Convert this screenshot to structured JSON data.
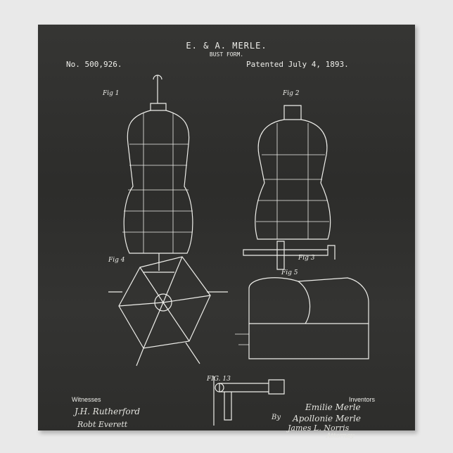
{
  "header": {
    "title": "E. & A. MERLE.",
    "subtitle": "BUST FORM.",
    "patent_number": "No. 500,926.",
    "patent_date": "Patented July 4, 1893."
  },
  "figures": {
    "fig1": "Fig 1",
    "fig2": "Fig 2",
    "fig3": "Fig 3",
    "fig4": "Fig 4",
    "fig5": "Fig 5",
    "fig13": "FIG. 13"
  },
  "footer": {
    "witnesses_label": "Witnesses",
    "inventors_label": "Inventors",
    "witness_signatures": [
      "J.H. Rutherford",
      "Robt Everett"
    ],
    "inventor_signatures": [
      "Emilie Merle",
      "Apollonie Merle"
    ],
    "attorney_signature": "James L. Norris",
    "attorney_label": "Attorney",
    "by_label": "By"
  },
  "colors": {
    "board": "#2f2f2d",
    "chalk": "#eeeeea",
    "wall": "#e9e9e9"
  }
}
